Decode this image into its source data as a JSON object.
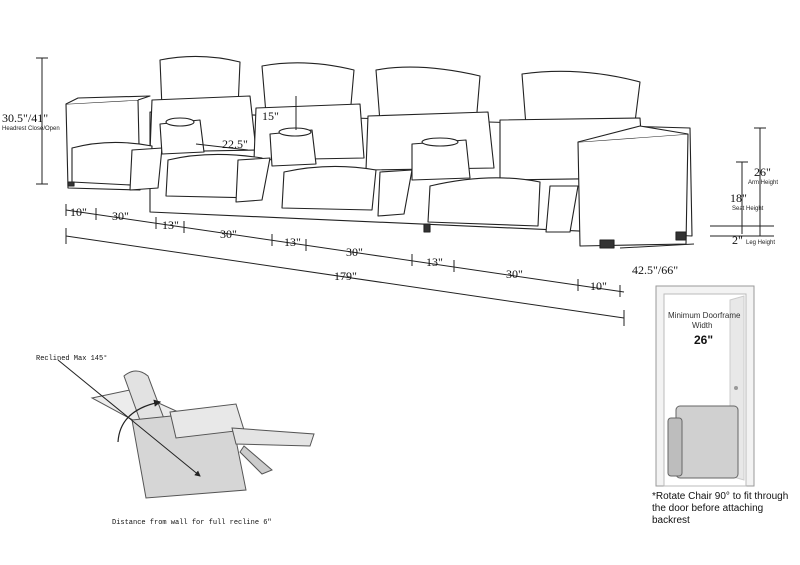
{
  "dimensions": {
    "height": "30.5\"/41\"",
    "height_note": "Headrest Close/Open",
    "headrest": "15\"",
    "seat_depth": "22.5\"",
    "segments": [
      "10\"",
      "30\"",
      "13\"",
      "30\"",
      "13\"",
      "30\"",
      "13\"",
      "30\"",
      "10\""
    ],
    "total_width": "179\"",
    "depth": "42.5\"/66\"",
    "arm_height": "26\"",
    "arm_height_label": "Arm Height",
    "seat_height": "18\"",
    "seat_height_label": "Seat Height",
    "leg_height": "2\"",
    "leg_height_label": "Leg Height"
  },
  "recline": {
    "max_label": "Reclined Max 145°",
    "wall_distance": "Distance from wall for full recline 6\""
  },
  "doorframe": {
    "title_line1": "Minimum Doorframe",
    "title_line2": "Width",
    "width": "26\"",
    "note": "*Rotate Chair 90° to fit through the door before attaching backrest"
  }
}
